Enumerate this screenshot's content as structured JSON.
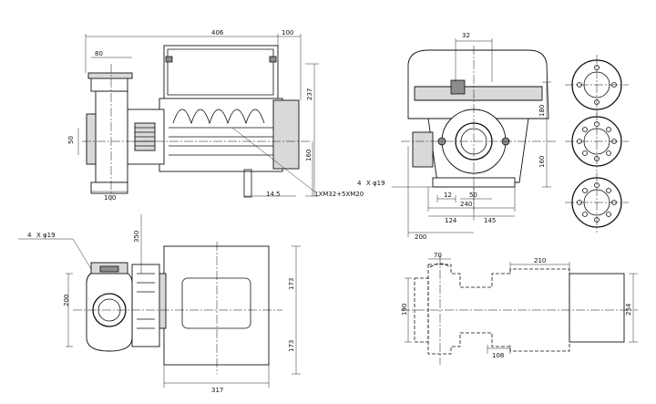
{
  "dimensions": {
    "d406": "406",
    "d100_top": "100",
    "d80": "80",
    "d50_left": "50",
    "d100_bottom": "100",
    "d237": "237",
    "d160_front": "160",
    "d14_5": "14.5",
    "d32": "32",
    "d180": "180",
    "d160_side": "160",
    "d12": "12",
    "d50_side": "50",
    "d240": "240",
    "d124": "124",
    "d145": "145",
    "d200_side": "200",
    "d350": "350",
    "d200_plan": "200",
    "d173_upper": "173",
    "d173_lower": "173",
    "d317": "317",
    "d70": "70",
    "d210": "210",
    "d190": "190",
    "d254": "254",
    "d108": "108"
  },
  "callouts": {
    "cable_entry": "1XM32+5XM20",
    "holes_side_count": "4",
    "holes_side_spec": "X φ19",
    "holes_plan_count": "4",
    "holes_plan_spec": "X φ19"
  }
}
